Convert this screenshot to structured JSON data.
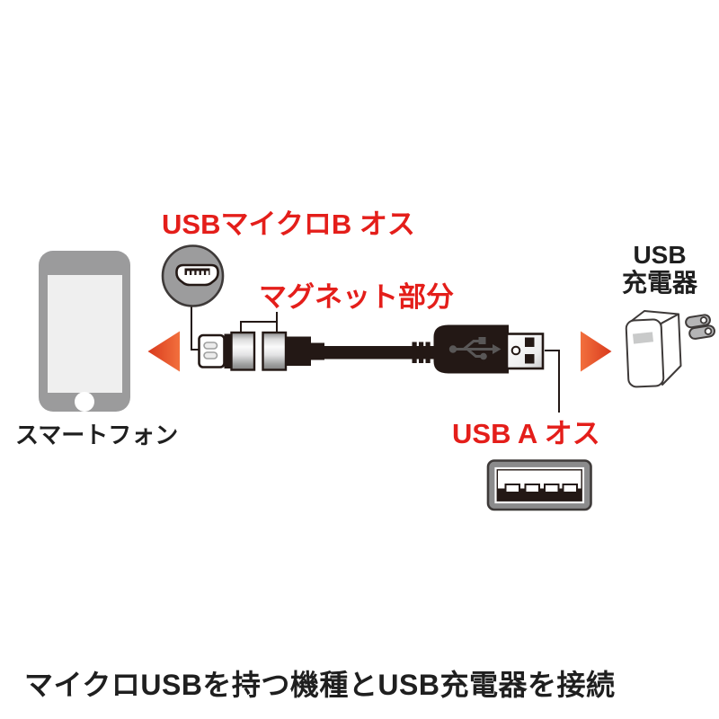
{
  "labels": {
    "micro_b_connector": "USBマイクロB オス",
    "magnet_part": "マグネット部分",
    "smartphone": "スマートフォン",
    "usb_charger_line1": "USB",
    "usb_charger_line2": "充電器",
    "usb_a_connector": "USB A オス",
    "caption": "マイクロUSBを持つ機種とUSB充電器を接続"
  },
  "colors": {
    "bg": "#ffffff",
    "label-red": "#e41e1a",
    "text-black": "#1f1f1f",
    "ink": "#231815",
    "arrow-dark": "#d93a1d",
    "arrow-light": "#f2703d",
    "phone-body": "#9b9b9c",
    "phone-screen": "#efefef",
    "circle-gray": "#9c9c9d",
    "port-frame-gray": "#8b8b8c",
    "metal-light": "#fafafa",
    "metal-dark": "#828282",
    "prong-gray": "#b5b5b6",
    "charger-slot-gray": "#c9caca",
    "usb-symbol-gray": "#595757"
  },
  "icons": {
    "smartphone-icon": "gray smartphone with screen and home button",
    "micro-usb-face-icon": "circled micro-USB B connector front view",
    "left-arrow-icon": "red triangle pointing left",
    "right-arrow-icon": "red triangle pointing right",
    "magnet-cable-icon": "magnetic 2-part micro-USB cable with USB-A plug",
    "usb-charger-icon": "white AC USB charger cube with plug prongs",
    "usb-a-port-icon": "USB-A receptacle front view",
    "leader-line": "thin black callout line"
  }
}
